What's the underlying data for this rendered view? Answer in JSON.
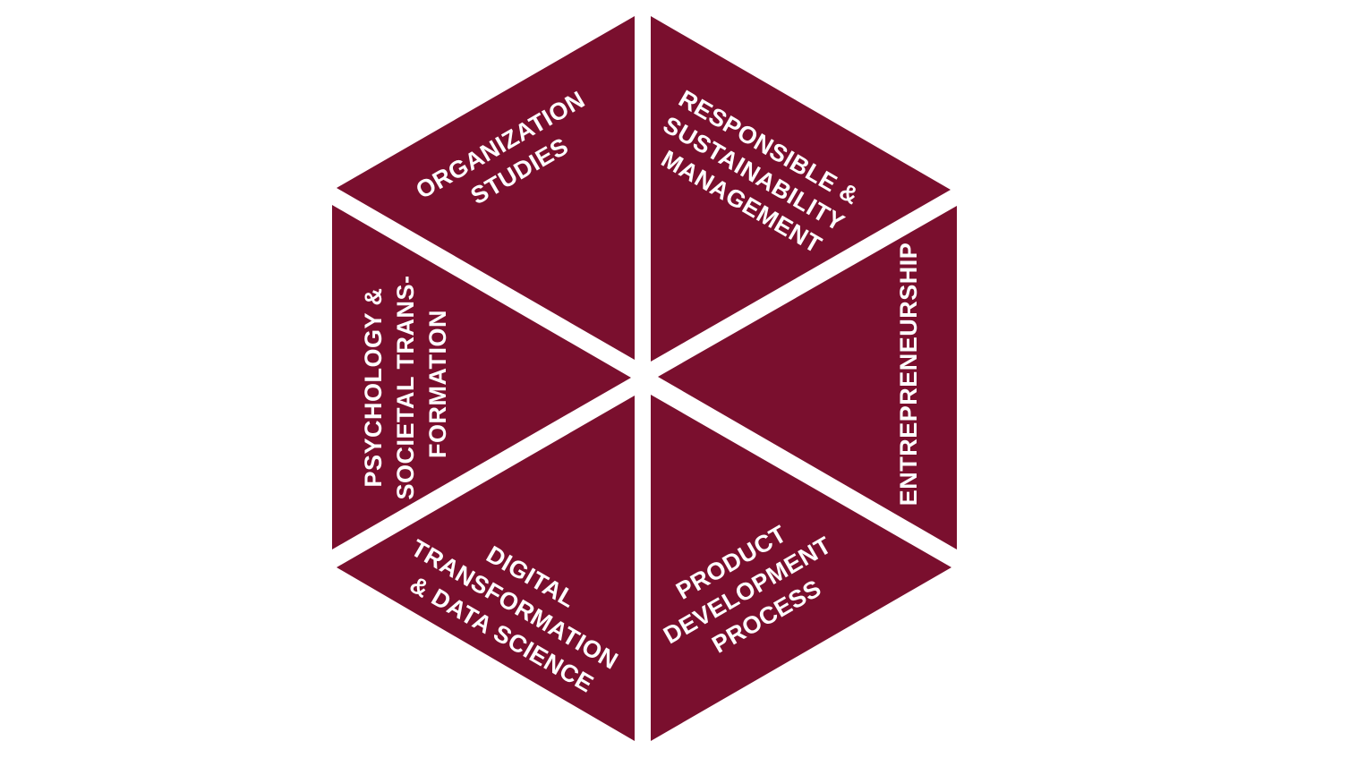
{
  "diagram": {
    "fill_color": "#7a0f2e",
    "background_color": "#ffffff",
    "segments": [
      {
        "name": "organization-studies",
        "lines": [
          "ORGANIZATION",
          "STUDIES"
        ]
      },
      {
        "name": "responsible-sustainability",
        "lines": [
          "RESPONSIBLE &",
          "SUSTAINABILITY",
          "MANAGEMENT"
        ]
      },
      {
        "name": "entrepreneurship",
        "lines": [
          "ENTREPRENEURSHIP"
        ]
      },
      {
        "name": "product-development",
        "lines": [
          "PRODUCT",
          "DEVELOPMENT",
          "PROCESS"
        ]
      },
      {
        "name": "digital-transformation",
        "lines": [
          "DIGITAL",
          "TRANSFORMATION",
          "& DATA SCIENCE"
        ]
      },
      {
        "name": "psychology-transformation",
        "lines": [
          "PSYCHOLOGY &",
          "SOCIETAL TRANS-",
          "FORMATION"
        ]
      }
    ]
  }
}
